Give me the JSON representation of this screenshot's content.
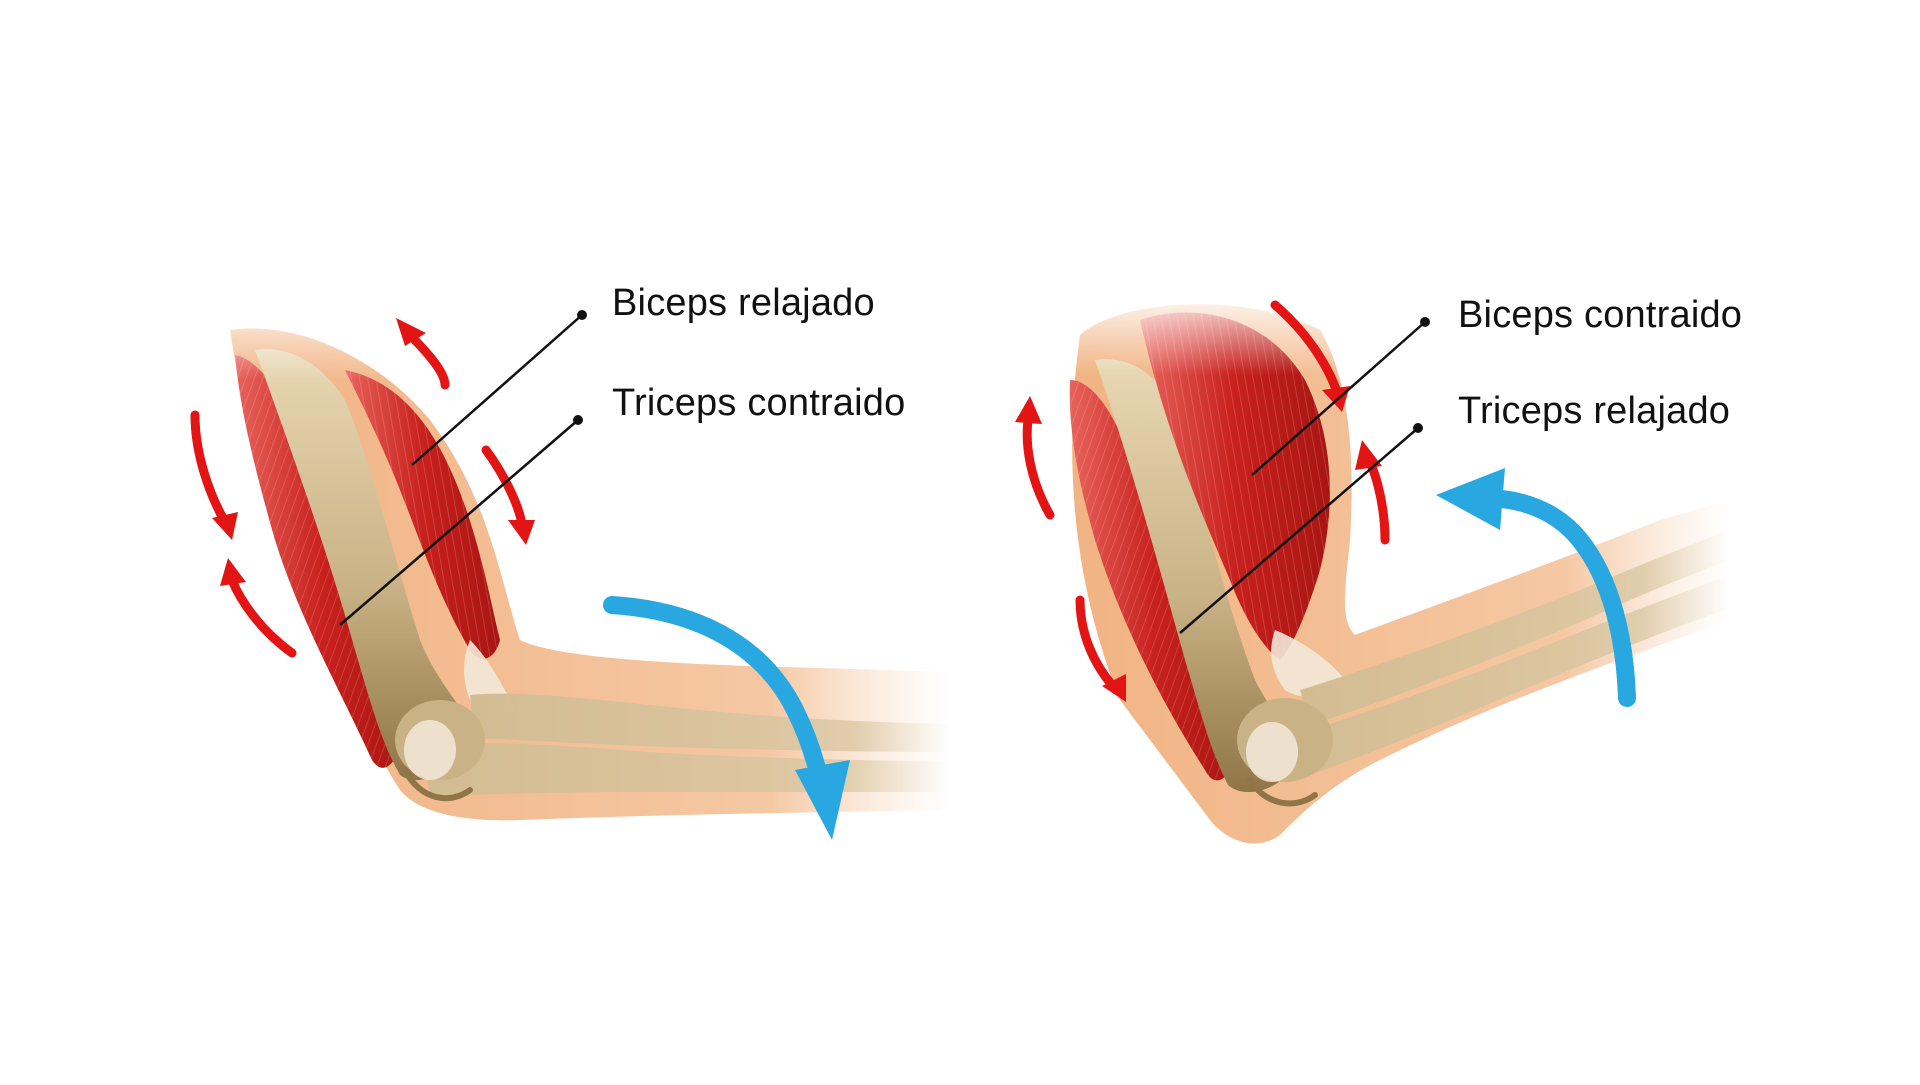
{
  "panels": [
    {
      "id": "extended-arm",
      "biceps_label": "Biceps relajado",
      "triceps_label": "Triceps contraido",
      "movement_arrow": "down"
    },
    {
      "id": "flexed-arm",
      "biceps_label": "Biceps contraido",
      "triceps_label": "Triceps relajado",
      "movement_arrow": "up"
    }
  ],
  "colors": {
    "skin": "#F1B383",
    "bone": "#D6C19A",
    "bone_shadow": "#8F7547",
    "muscle": "#C8201D",
    "muscle_highlight": "#E8635C",
    "tendon": "#F3E8D8",
    "motion_arrow": "#29A7E0",
    "muscle_arrow": "#E31414",
    "leader_line": "#111111"
  }
}
